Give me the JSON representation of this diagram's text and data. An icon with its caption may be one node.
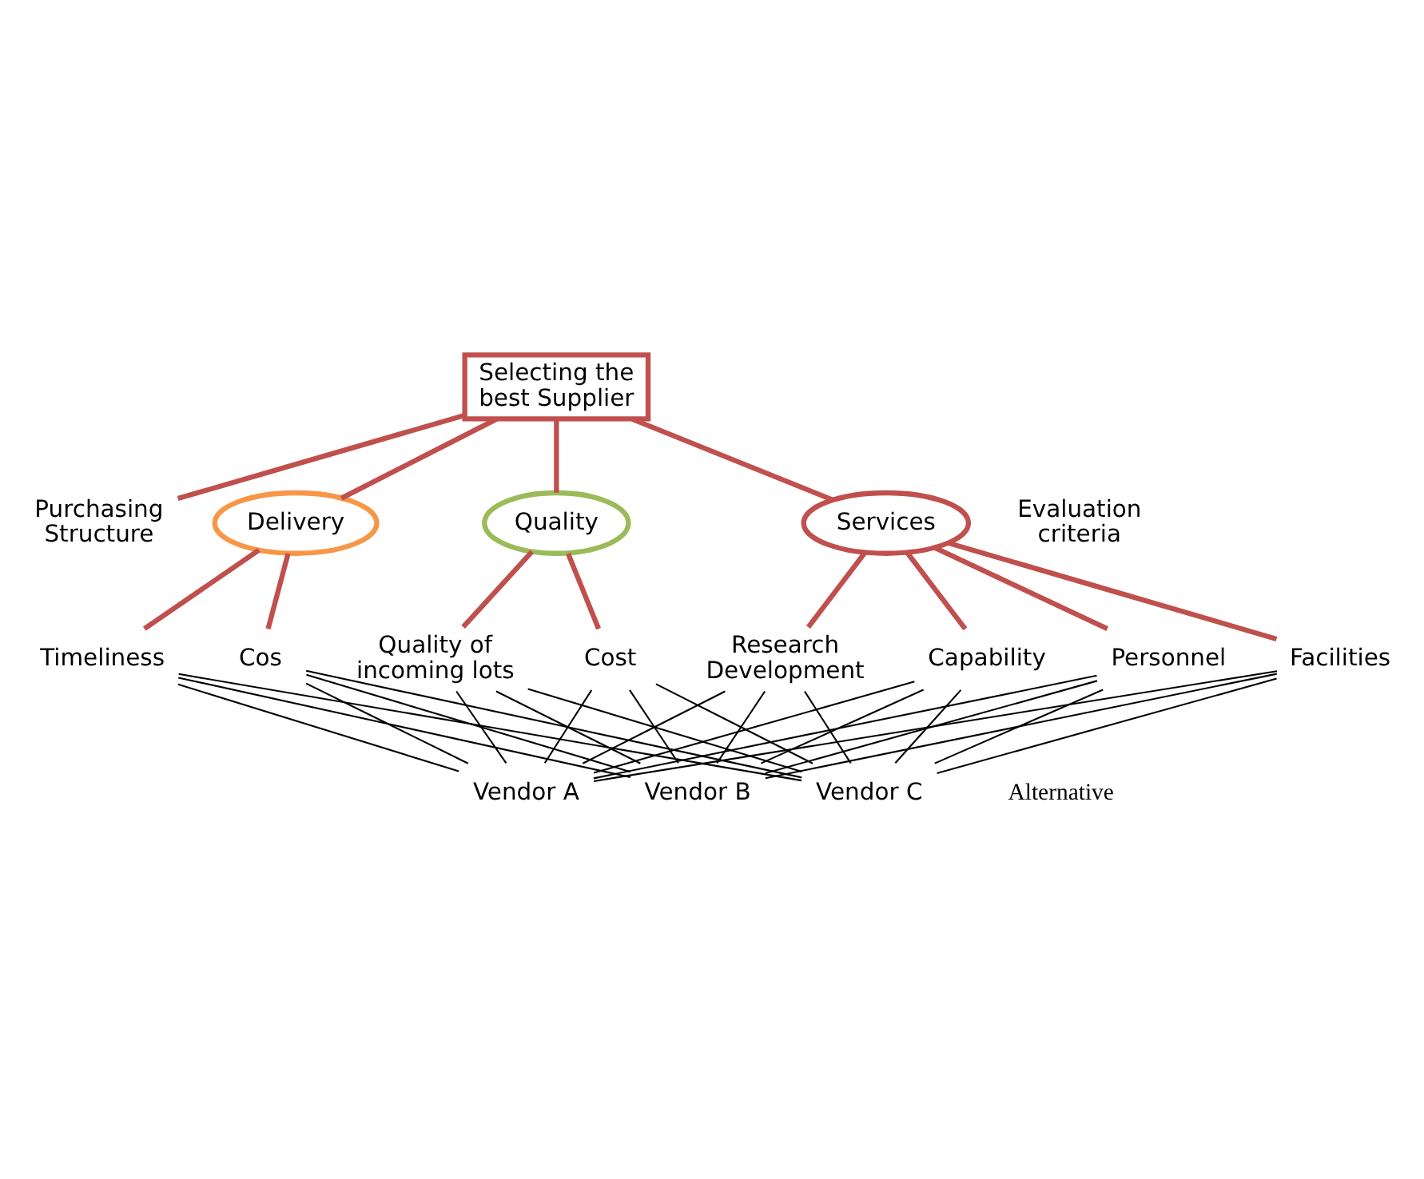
{
  "diagram": {
    "nodes": [
      {
        "text": [
          "Selecting the best Supplier"
        ]
      },
      {
        "text": [
          "Purchasing Structure"
        ]
      },
      {
        "text": [
          "Delivery"
        ]
      },
      {
        "text": [
          "Quality"
        ]
      },
      {
        "text": [
          "Services"
        ]
      },
      {
        "text": [
          "Timeliness"
        ]
      },
      {
        "text": [
          "Cos"
        ]
      },
      {
        "text": [
          "Quality of incoming lots"
        ]
      },
      {
        "text": [
          "Cost"
        ]
      },
      {
        "text": [
          "Personnel"
        ]
      },
      {
        "text": [
          "Facilities"
        ]
      },
      {
        "text": [
          "Research Development"
        ]
      },
      {
        "text": [
          "Capability"
        ]
      },
      {
        "text": [
          "Vendor A"
        ]
      },
      {
        "text": [
          "Vendor B"
        ]
      },
      {
        "text": [
          "Vendor C"
        ]
      }
    ],
    "edges": [
      {
        "from": 0,
        "to": 1,
        "arrow": "none",
        "style": "thick",
        "color": "#c0504d"
      },
      {
        "from": 0,
        "to": 2,
        "arrow": "none",
        "style": "thick",
        "color": "#c0504d"
      },
      {
        "from": 0,
        "to": 3,
        "arrow": "none",
        "style": "thick",
        "color": "#c0504d"
      },
      {
        "from": 0,
        "to": 4,
        "arrow": "none",
        "style": "thick",
        "color": "#c0504d"
      },
      {
        "from": 2,
        "to": 5,
        "arrow": "none",
        "style": "thick",
        "color": "#c0504d"
      },
      {
        "from": 2,
        "to": 6,
        "arrow": "none",
        "style": "thick",
        "color": "#c0504d"
      },
      {
        "from": 3,
        "to": 7,
        "arrow": "none",
        "style": "thick",
        "color": "#c0504d"
      },
      {
        "from": 3,
        "to": 8,
        "arrow": "none",
        "style": "thick",
        "color": "#c0504d"
      },
      {
        "from": 4,
        "to": 9,
        "arrow": "none",
        "style": "thick",
        "color": "#c0504d"
      },
      {
        "from": 4,
        "to": 10,
        "arrow": "none",
        "style": "thick",
        "color": "#c0504d"
      },
      {
        "from": 4,
        "to": 11,
        "arrow": "none",
        "style": "thick",
        "color": "#c0504d"
      },
      {
        "from": 4,
        "to": 12,
        "arrow": "none",
        "style": "thick",
        "color": "#c0504d"
      },
      {
        "from": 5,
        "to": 13,
        "arrow": "none"
      },
      {
        "from": 5,
        "to": 14,
        "arrow": "none"
      },
      {
        "from": 5,
        "to": 15,
        "arrow": "none"
      },
      {
        "from": 6,
        "to": 13,
        "arrow": "none"
      },
      {
        "from": 6,
        "to": 14,
        "arrow": "none"
      },
      {
        "from": 6,
        "to": 15,
        "arrow": "none"
      },
      {
        "from": 7,
        "to": 13,
        "arrow": "none"
      },
      {
        "from": 7,
        "to": 14,
        "arrow": "none"
      },
      {
        "from": 7,
        "to": 15,
        "arrow": "none"
      },
      {
        "from": 8,
        "to": 13,
        "arrow": "none"
      },
      {
        "from": 8,
        "to": 14,
        "arrow": "none"
      },
      {
        "from": 8,
        "to": 15,
        "arrow": "none"
      },
      {
        "from": 9,
        "to": 13,
        "arrow": "none"
      },
      {
        "from": 9,
        "to": 14,
        "arrow": "none"
      },
      {
        "from": 9,
        "to": 15,
        "arrow": "none"
      },
      {
        "from": 10,
        "to": 13,
        "arrow": "none"
      },
      {
        "from": 10,
        "to": 14,
        "arrow": "none"
      },
      {
        "from": 10,
        "to": 15,
        "arrow": "none"
      },
      {
        "from": 11,
        "to": 13,
        "arrow": "none"
      },
      {
        "from": 11,
        "to": 14,
        "arrow": "none"
      },
      {
        "from": 11,
        "to": 15,
        "arrow": "none"
      },
      {
        "from": 12,
        "to": 13,
        "arrow": "none"
      },
      {
        "from": 12,
        "to": 14,
        "arrow": "none"
      },
      {
        "from": 12,
        "to": 15,
        "arrow": "none"
      }
    ],
    "labels": [
      "Evaluation criteria",
      "Alternative"
    ]
  }
}
